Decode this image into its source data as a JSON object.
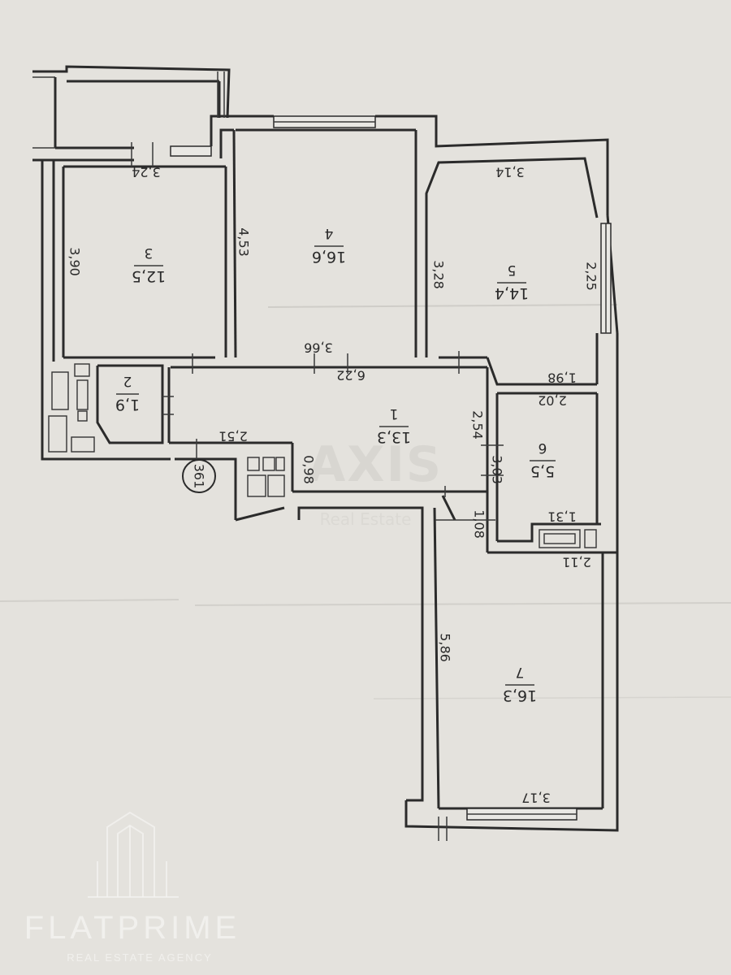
{
  "rooms": [
    {
      "id": "1",
      "number": "1",
      "area": "13,3"
    },
    {
      "id": "2",
      "number": "2",
      "area": "1,9"
    },
    {
      "id": "3",
      "number": "3",
      "area": "12,5"
    },
    {
      "id": "4",
      "number": "4",
      "area": "16,6"
    },
    {
      "id": "5",
      "number": "5",
      "area": "14,4"
    },
    {
      "id": "6",
      "number": "6",
      "area": "5,5"
    },
    {
      "id": "7",
      "number": "7",
      "area": "16,3"
    }
  ],
  "dimensions": {
    "d324": "3,24",
    "d390": "3,90",
    "d453": "4,53",
    "d314": "3,14",
    "d328": "3,28",
    "d225": "2,25",
    "d366": "3,66",
    "d622": "6,22",
    "d198": "1,98",
    "d202": "2,02",
    "d254": "2,54",
    "d303": "3,03",
    "d251": "2,51",
    "d098": "0,98",
    "d131": "1,31",
    "d108": "1,08",
    "d211": "2,11",
    "d586": "5,86",
    "d317": "3,17"
  },
  "stair_mark": "361",
  "watermark": {
    "main": "AXIS",
    "sub": "Real Estate"
  },
  "brand": {
    "name": "FLATPRIME",
    "tagline": "REAL ESTATE AGENCY"
  }
}
